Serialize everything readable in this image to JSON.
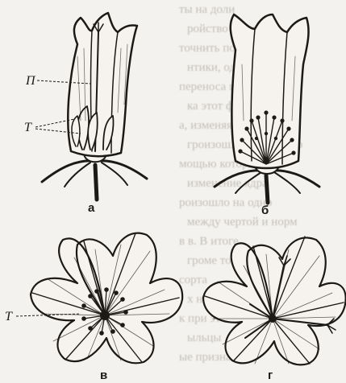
{
  "figure": {
    "panels": [
      {
        "id": "a",
        "label": "а",
        "callouts": [
          "П",
          "Т"
        ]
      },
      {
        "id": "b",
        "label": "б",
        "callouts": []
      },
      {
        "id": "v",
        "label": "в",
        "callouts": [
          "Т"
        ]
      },
      {
        "id": "g",
        "label": "г",
        "callouts": []
      }
    ],
    "background_text_lines": [
      "ты на доли",
      "ройство поли",
      "точнить понятие о",
      "нтики, одно",
      "переноса пыльцы о",
      "ка этот факт, мы не",
      "а, изменяя",
      "гроизошло наследство",
      "мощью которых",
      "изменение ядра",
      "роизошло на одно",
      "между чертой и норм",
      "в в. В итоге",
      "громе того",
      "сорта",
      "х на несколько",
      "к при этом",
      "ыльцы",
      "ые признаки"
    ],
    "colors": {
      "ink": "#1c1a17",
      "paper": "#f4f2ee",
      "ghost_text": "#9a9690"
    }
  }
}
